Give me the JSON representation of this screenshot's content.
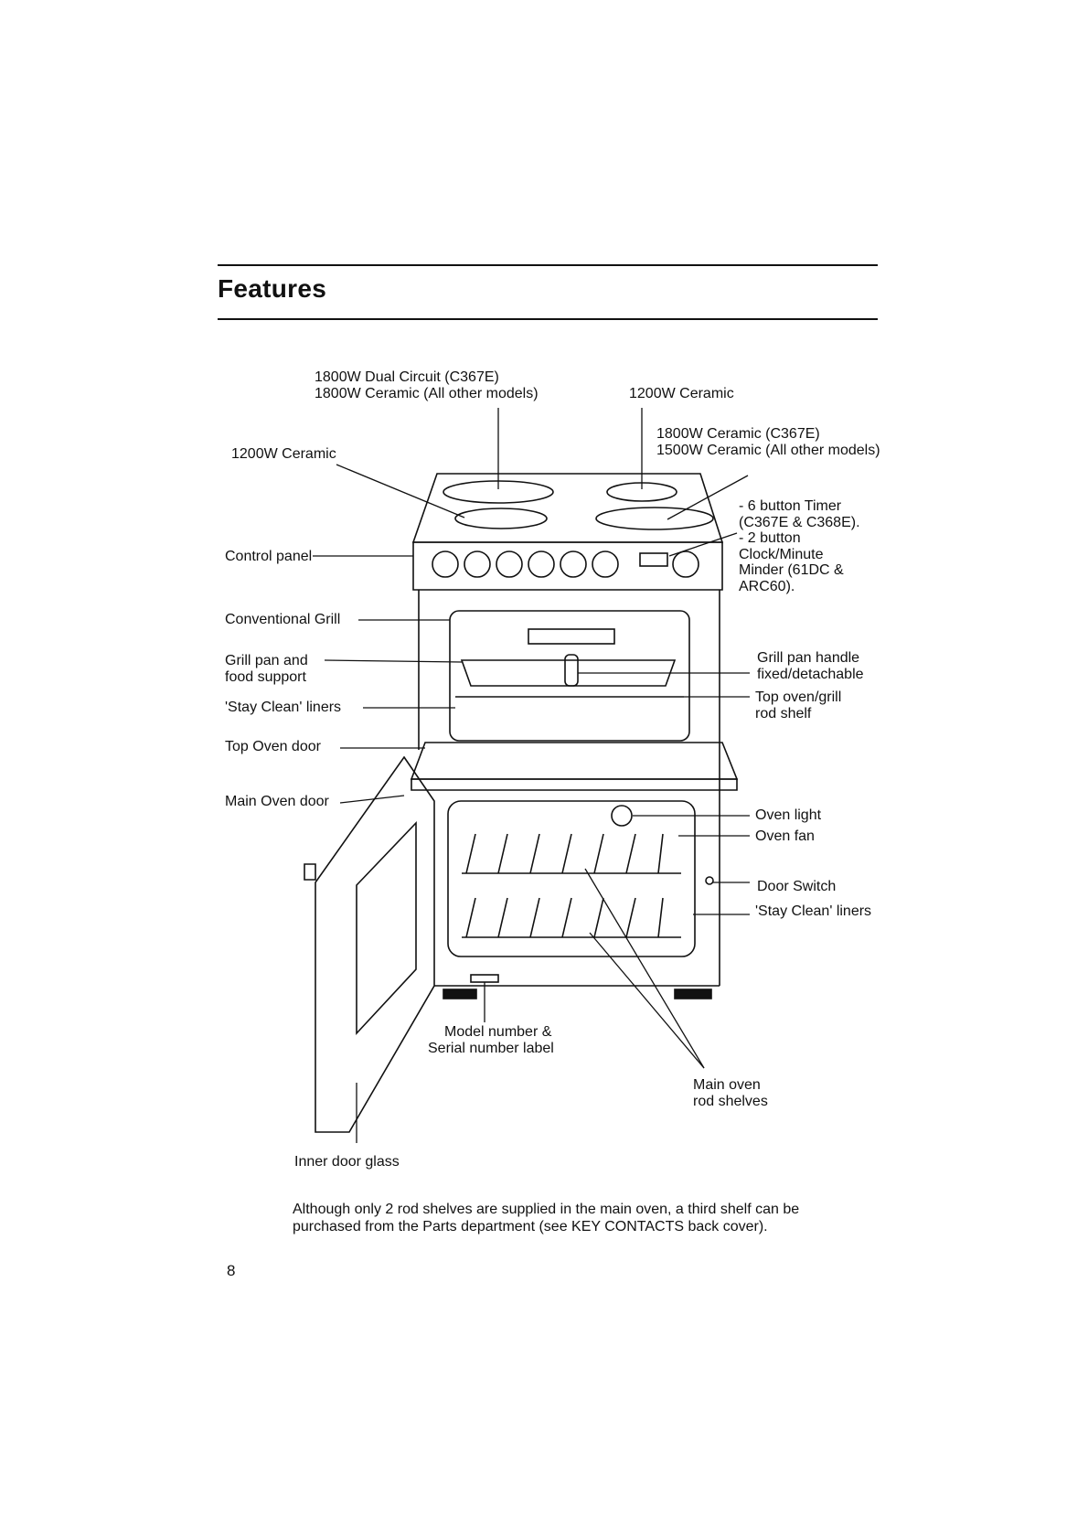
{
  "page": {
    "title": "Features",
    "page_number": "8"
  },
  "labels": {
    "hob_rear_left": [
      "1800W Dual Circuit (C367E)",
      "1800W Ceramic (All other models)"
    ],
    "hob_rear_right": "1200W Ceramic",
    "hob_front_right": [
      "1800W Ceramic (C367E)",
      "1500W Ceramic (All other models)"
    ],
    "hob_front_left": "1200W Ceramic",
    "timer": [
      "- 6 button Timer",
      "  (C367E & C368E).",
      "- 2 button",
      "  Clock/Minute",
      "  Minder (61DC &",
      "  ARC60)."
    ],
    "control_panel": "Control panel",
    "conventional_grill": "Conventional Grill",
    "grill_pan": [
      "Grill pan and",
      "food support"
    ],
    "stay_clean_top": "'Stay Clean' liners",
    "top_oven_door": "Top Oven door",
    "main_oven_door": "Main Oven door",
    "grill_pan_handle": [
      "Grill pan handle",
      "fixed/detachable"
    ],
    "top_oven_shelf": [
      "Top oven/grill",
      "rod shelf"
    ],
    "oven_light": "Oven light",
    "oven_fan": "Oven fan",
    "door_switch": "Door Switch",
    "stay_clean_main": "'Stay Clean' liners",
    "model_number": [
      "Model number &",
      "Serial number label"
    ],
    "main_oven_shelves": [
      "Main oven",
      "rod shelves"
    ],
    "inner_door_glass": "Inner door glass"
  },
  "note": [
    "Although only 2 rod shelves are supplied in the main oven, a third shelf can be",
    "purchased from the Parts department (see KEY CONTACTS back cover)."
  ]
}
